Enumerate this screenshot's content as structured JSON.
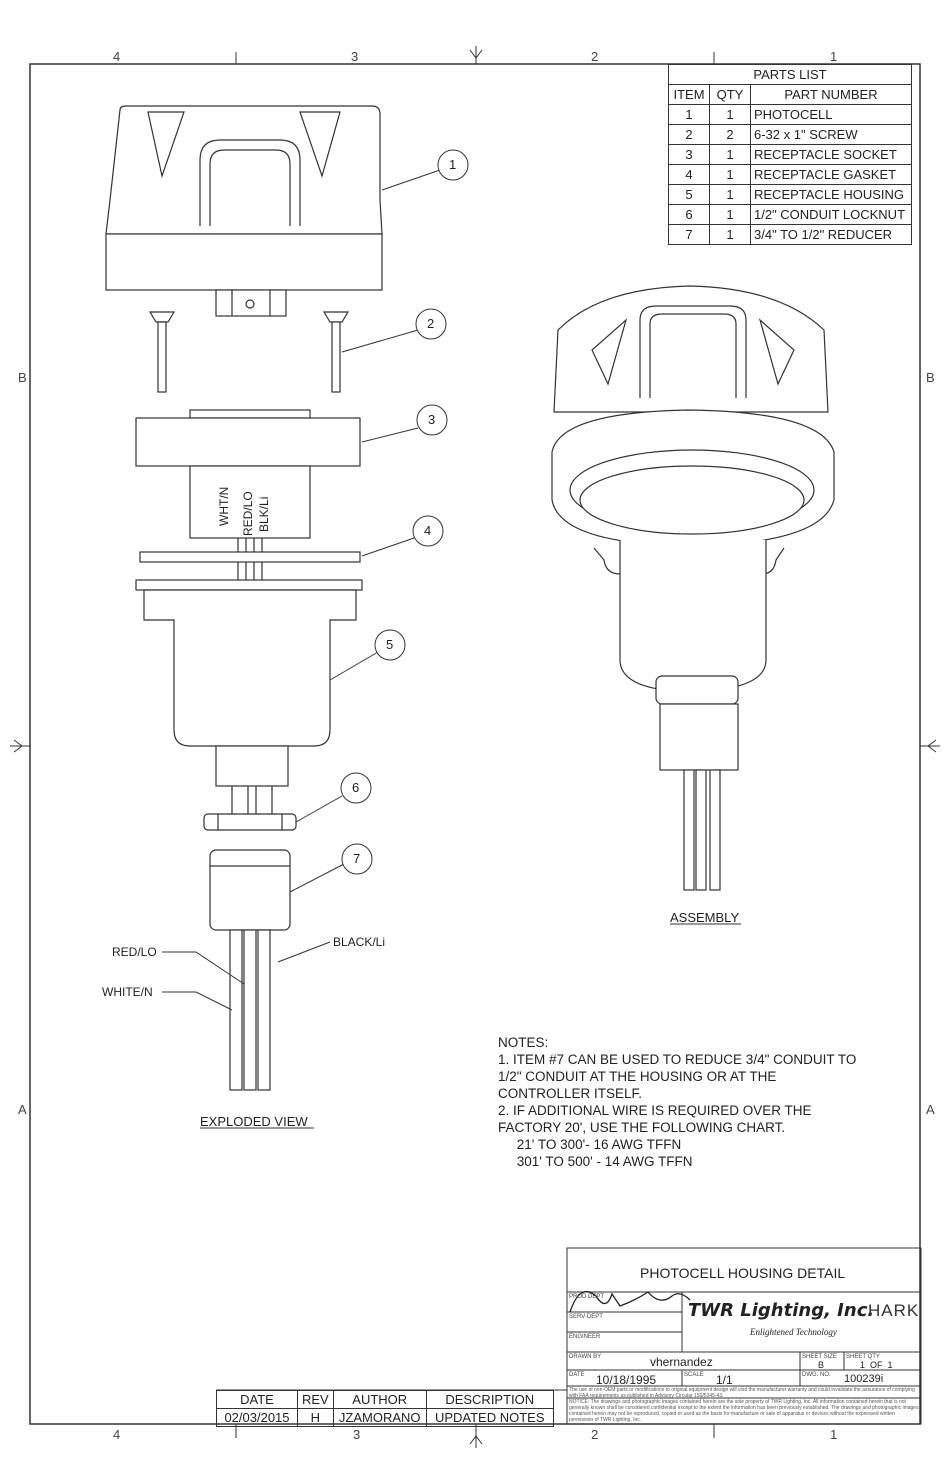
{
  "zones": {
    "columns_top": [
      "4",
      "3",
      "2",
      "1"
    ],
    "columns_bottom": [
      "4",
      "3",
      "2",
      "1"
    ],
    "rows_left": [
      "B",
      "A"
    ],
    "rows_right": [
      "B",
      "A"
    ]
  },
  "parts_list": {
    "title": "PARTS LIST",
    "headers": [
      "ITEM",
      "QTY",
      "PART NUMBER"
    ],
    "rows": [
      [
        "1",
        "1",
        "PHOTOCELL"
      ],
      [
        "2",
        "2",
        "6-32 x 1\" SCREW"
      ],
      [
        "3",
        "1",
        "RECEPTACLE SOCKET"
      ],
      [
        "4",
        "1",
        "RECEPTACLE GASKET"
      ],
      [
        "5",
        "1",
        "RECEPTACLE HOUSING"
      ],
      [
        "6",
        "1",
        "1/2\" CONDUIT LOCKNUT"
      ],
      [
        "7",
        "1",
        "3/4\" TO 1/2\" REDUCER"
      ]
    ]
  },
  "callouts": [
    "1",
    "2",
    "3",
    "4",
    "5",
    "6",
    "7"
  ],
  "socket_wire_labels": [
    "WHT/N",
    "RED/LO",
    "BLK/Li"
  ],
  "wire_labels": {
    "red": "RED/LO",
    "white": "WHITE/N",
    "black": "BLACK/Li"
  },
  "views": {
    "exploded": "EXPLODED VIEW",
    "assembly": "ASSEMBLY"
  },
  "notes": {
    "heading": "NOTES:",
    "lines": [
      "1. ITEM #7 CAN BE USED TO REDUCE 3/4\" CONDUIT TO",
      "1/2\" CONDUIT AT THE HOUSING OR AT THE",
      "CONTROLLER ITSELF.",
      "2. IF ADDITIONAL WIRE IS REQUIRED OVER THE",
      "FACTORY 20', USE THE FOLLOWING CHART.",
      "     21' TO 300'- 16 AWG TFFN",
      "     301' TO 500' - 14 AWG TFFN"
    ]
  },
  "title_block": {
    "title": "PHOTOCELL HOUSING DETAIL",
    "prod_dept_label": "PROD DEPT",
    "serv_dept_label": "SERV DEPT",
    "engineer_label": "ENGINEER",
    "company": "TWR Lighting, Inc.",
    "brand": "HARK",
    "tagline": "Enlightened Technology",
    "drawn_by_label": "DRAWN BY",
    "drawn_by": "vhernandez",
    "sheet_size_label": "SHEET SIZE",
    "sheet_size": "B",
    "sheet_qty_label": "SHEET QTY",
    "sheet_qty": "1  OF  1",
    "date_label": "DATE",
    "date": "10/18/1995",
    "scale_label": "SCALE",
    "scale": "1/1",
    "dwg_no_label": "DWG. NO.",
    "dwg_no": "100239i",
    "faa_notice": "The use of non-OEM parts or modifications to original equipment design will void the manufacturer warranty and could invalidate the assurance of complying with FAA requirements as published in Advisory Circular 150/5345-43.",
    "notice": "NOTICE: The drawings and photographic images contained herein are the sole property of TWR Lighting, Inc. All information contained herein that is not generally known shall be considered confidential except to the extent the information has been previously established. The drawings and photographic images contained herein may not be reproduced, copied or used as the basis for manufacture or sale of apparatus or devices without the expressed written permission of TWR Lighting, Inc."
  },
  "revision_block": {
    "headers": [
      "DATE",
      "REV",
      "AUTHOR",
      "DESCRIPTION"
    ],
    "row": [
      "02/03/2015",
      "H",
      "JZAMORANO",
      "UPDATED NOTES"
    ]
  }
}
